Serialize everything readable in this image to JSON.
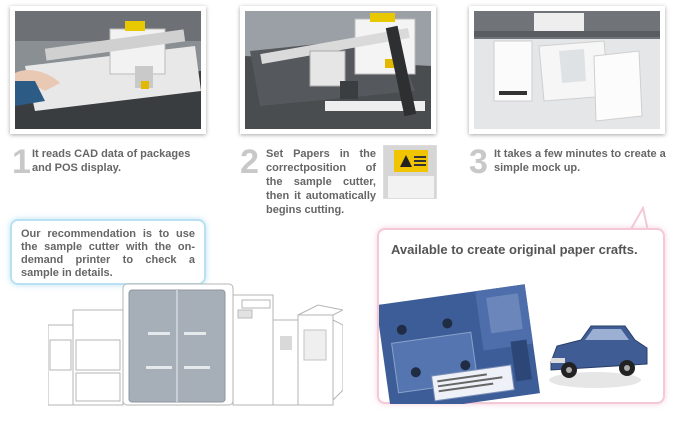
{
  "steps": [
    {
      "number": "1",
      "text": "It reads CAD data of packages and POS display."
    },
    {
      "number": "2",
      "text": "Set Papers in the correctposition of the sample cutter, then it automatically begins cutting."
    },
    {
      "number": "3",
      "text": "It takes a few minutes to create a simple mock up."
    }
  ],
  "recommendation": "Our recommendation is to use the sample cutter with the on-demand printer to check a sample in details.",
  "crafts_title": "Available to create original paper crafts."
}
